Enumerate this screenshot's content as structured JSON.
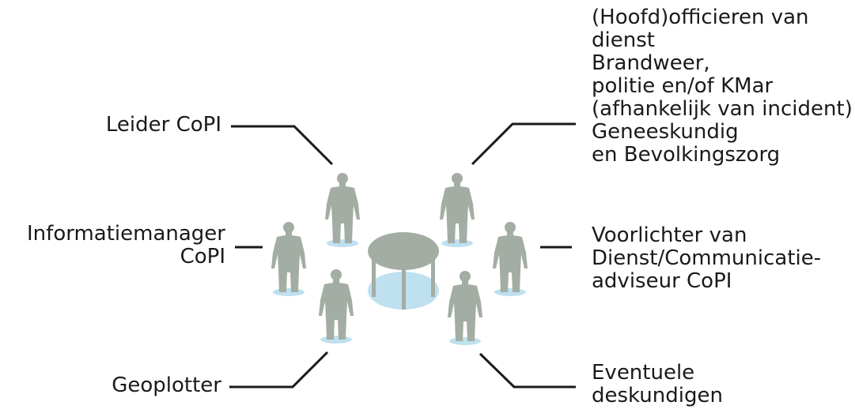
{
  "labels": {
    "leider": [
      "Leider CoPI"
    ],
    "informatiemanager": [
      "Informatiemanager",
      "CoPI"
    ],
    "geoplotter": [
      "Geoplotter"
    ],
    "officieren": [
      "(Hoofd)officieren van",
      "dienst",
      "Brandweer,",
      "politie en/of KMar",
      "(afhankelijk van incident)",
      "Geneeskundig",
      "en Bevolkingszorg"
    ],
    "voorlichter": [
      "Voorlichter van",
      "Dienst/Communicatie-",
      "adviseur CoPI"
    ],
    "deskundigen": [
      "Eventuele",
      "deskundigen"
    ]
  },
  "colors": {
    "figure": "#a3ada3",
    "shadow": "#bfe0ef",
    "line": "#1a1a1a",
    "text": "#1a1a1a"
  }
}
